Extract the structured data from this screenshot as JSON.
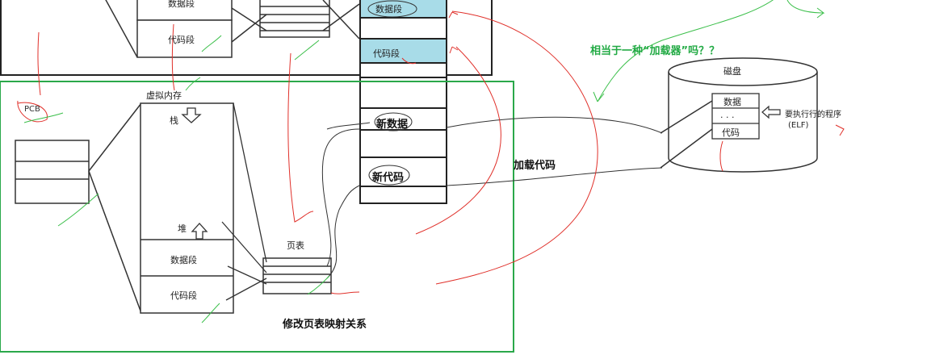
{
  "labels": {
    "top_data_seg": "数据段",
    "top_code_seg": "代码段",
    "phys_data_seg": "数据段",
    "phys_code_seg": "代码段",
    "pcb": "PCB",
    "virtual_memory": "虚拟内存",
    "stack": "栈",
    "heap": "堆",
    "vm_data_seg": "数据段",
    "vm_code_seg": "代码段",
    "page_table": "页表",
    "new_data": "新数据",
    "new_code": "新代码",
    "load_code": "加载代码",
    "modify_page_table": "修改页表映射关系",
    "loader_question": "相当于一种“加载器”吗？？",
    "disk": "磁盘",
    "disk_data": "数据",
    "disk_dots": ". . .",
    "disk_code": "代码",
    "program_to_run": "要执行行的程序",
    "elf": "(ELF)"
  },
  "colors": {
    "black_line": "#222222",
    "green_frame": "#2aa84a",
    "highlight_cell": "#a8dce8",
    "red_annotation": "#e0302a",
    "green_annotation": "#3bbf4a"
  }
}
